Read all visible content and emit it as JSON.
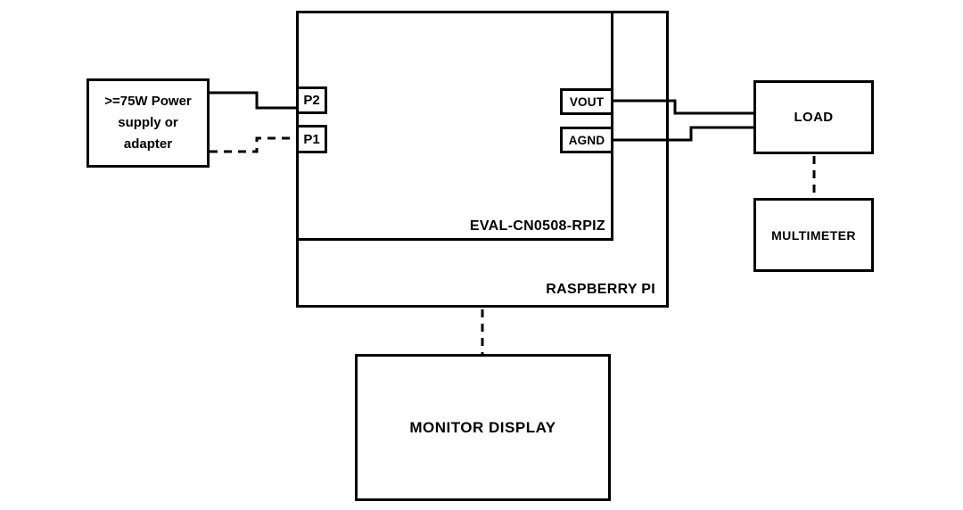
{
  "nodes": {
    "power_supply": ">=75W Power supply or adapter",
    "p2": "P2",
    "p1": "P1",
    "vout": "VOUT",
    "agnd": "AGND",
    "eval_board": "EVAL-CN0508-RPIZ",
    "raspberry_pi": "RASPBERRY PI",
    "load": "LOAD",
    "multimeter": "MULTIMETER",
    "monitor_display": "MONITOR DISPLAY"
  },
  "colors": {
    "line": "#000000",
    "background": "#ffffff",
    "text": "#000000"
  }
}
